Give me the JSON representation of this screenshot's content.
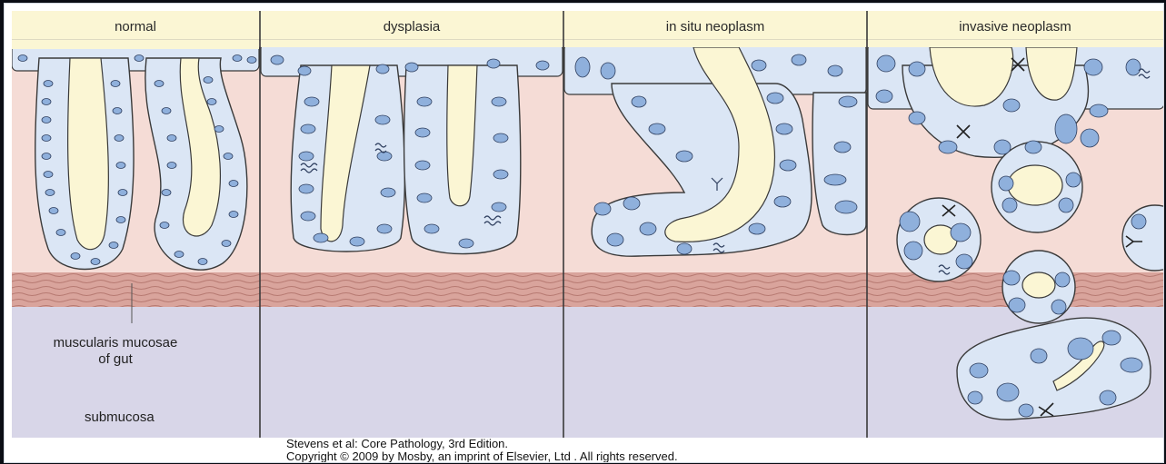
{
  "figure": {
    "panels": [
      {
        "title": "normal"
      },
      {
        "title": "dysplasia"
      },
      {
        "title": "in situ neoplasm"
      },
      {
        "title": "invasive neoplasm"
      }
    ],
    "layer_labels": {
      "muscularis_line1": "muscularis mucosae",
      "muscularis_line2": "of gut",
      "submucosa": "submucosa"
    },
    "colors": {
      "header": "#fbf6d4",
      "lamina": "#f5dcd6",
      "muscularis": "#d9a49c",
      "submucosa": "#d8d6e8",
      "cell_fill": "#dbe6f5",
      "nucleus": "#8fb0dc",
      "lumen": "#fbf6d4",
      "border": "#3a3a3a"
    }
  },
  "credit": {
    "line1": "Stevens et al: Core Pathology, 3rd Edition.",
    "line2": "Copyright © 2009 by Mosby, an imprint of Elsevier, Ltd . All rights reserved."
  }
}
